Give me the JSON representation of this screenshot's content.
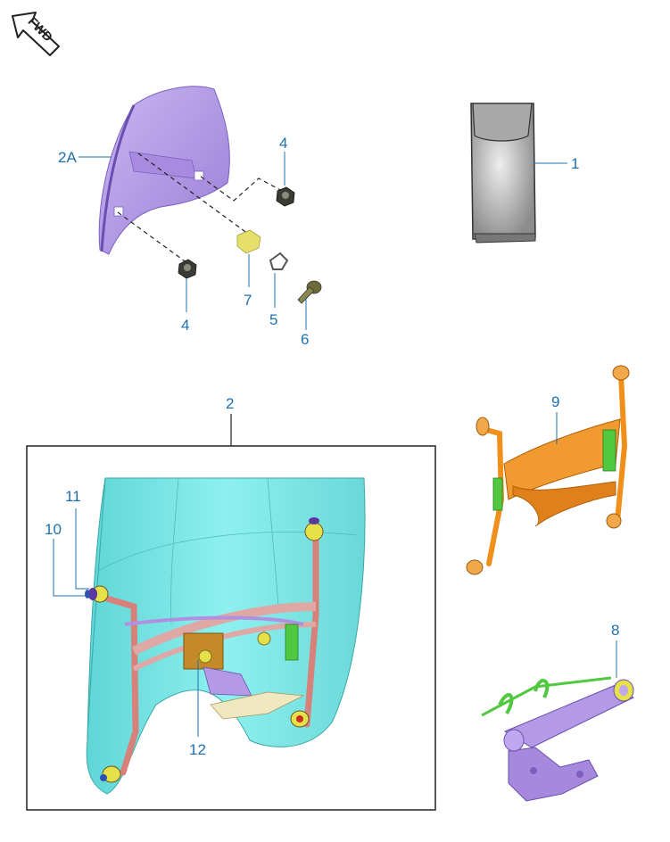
{
  "direction_marker": {
    "label": "FWD"
  },
  "callouts": {
    "part_1": "1",
    "part_2": "2",
    "part_2a": "2A",
    "part_4_upper": "4",
    "part_4_lower": "4",
    "part_5": "5",
    "part_6": "6",
    "part_7": "7",
    "part_8": "8",
    "part_9": "9",
    "part_10": "10",
    "part_11": "11",
    "part_12": "12"
  },
  "colors": {
    "callout_text": "#1f6fae",
    "windscreen_2a": "#b89ee8",
    "windscreen_2": "#7fe8e6",
    "bag_1": "#a8a8a8",
    "bracket_9": "#f0901a",
    "bracket_8": "#b49ae6",
    "hardware_yellow": "#e6e04a",
    "frame_tube": "#d8807a"
  }
}
